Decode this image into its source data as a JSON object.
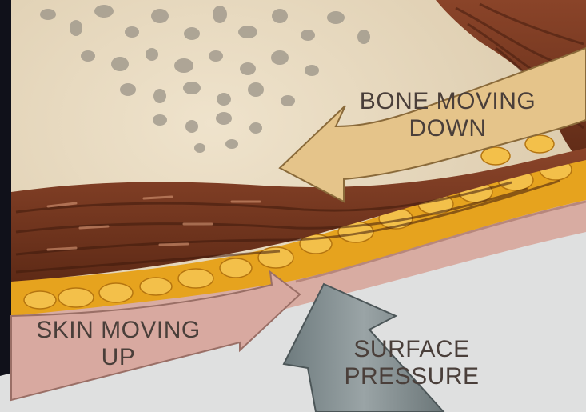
{
  "labels": {
    "bone_moving_down": [
      "BONE MOVING",
      "DOWN"
    ],
    "skin_moving_up": [
      "SKIN MOVING",
      "UP"
    ],
    "surface_pressure": [
      "SURFACE",
      "PRESSURE"
    ]
  },
  "colors": {
    "frame": "#10111a",
    "bone": "#e6d8bf",
    "bone_spots": "#9a9387",
    "muscle": "#7a3a22",
    "fat": "#e6a31e",
    "skin": "#d8aca2",
    "surface": "#dfe0e0",
    "bone_arrow": "#e5c48a",
    "skin_arrow": "#d8a9a0",
    "pressure_arrow": "#7f8a8c",
    "label_text": "#4a3f3a"
  },
  "icons": {
    "bone_arrow": "curved-arrow-left-icon",
    "skin_arrow": "arrow-right-icon",
    "pressure_arrow": "arrow-up-icon"
  }
}
